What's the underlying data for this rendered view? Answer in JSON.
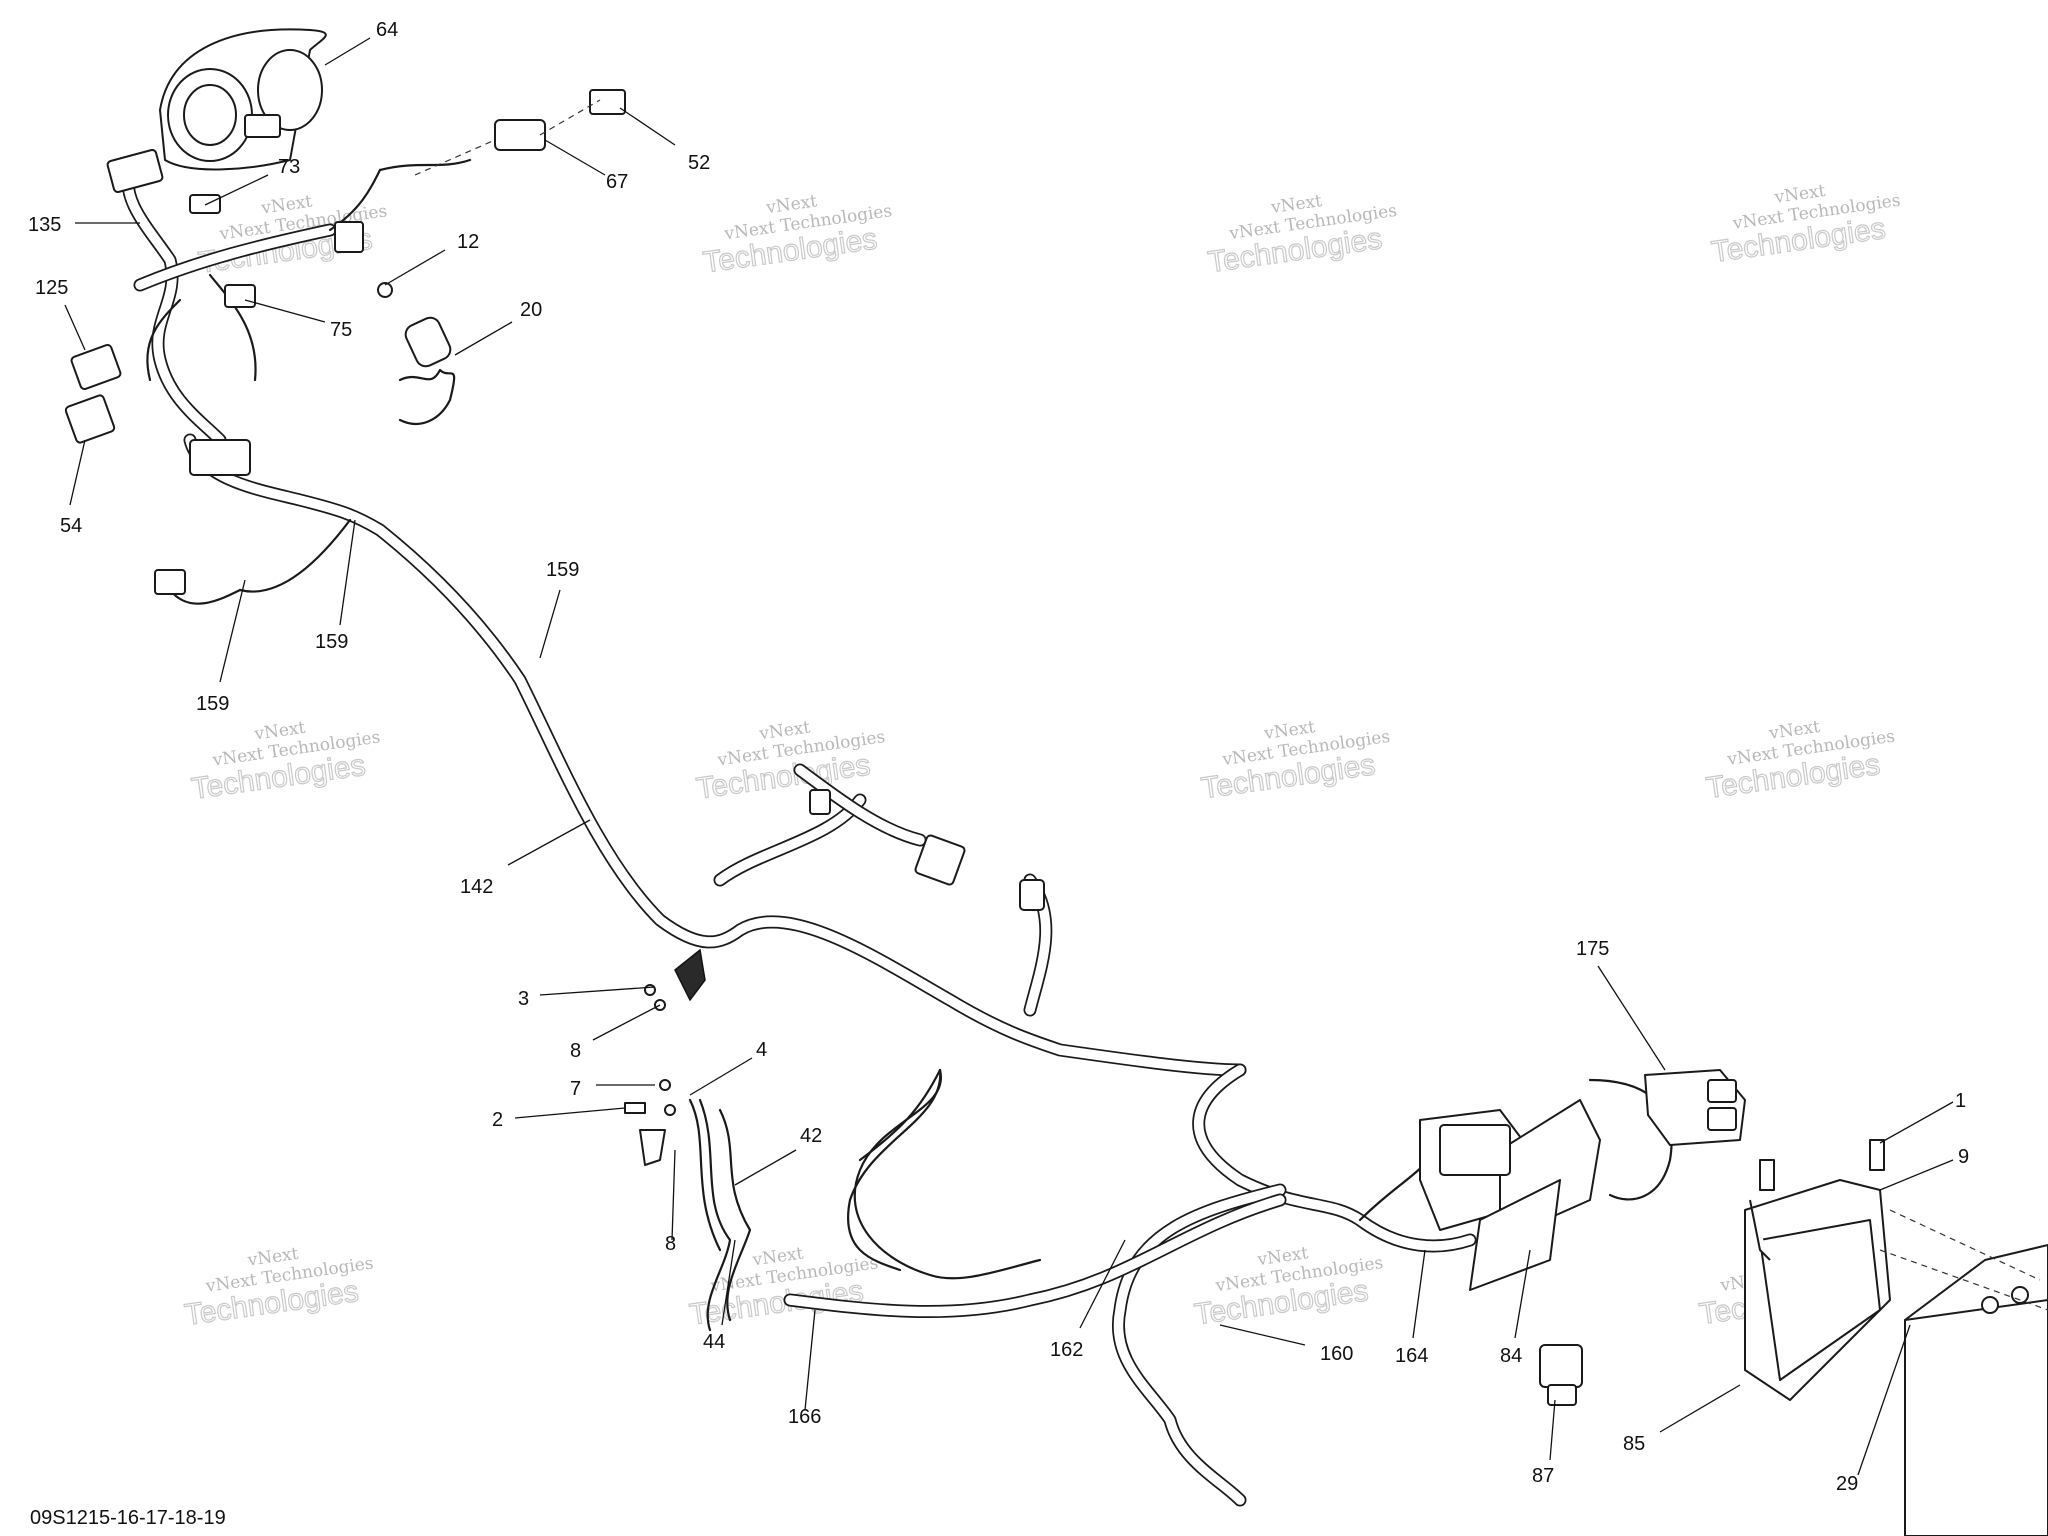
{
  "diagram": {
    "drawing_code": "09S1215-16-17-18-19",
    "watermark": {
      "line1": "vNext",
      "line2": "vNext Technologies",
      "line3": "Technologies"
    },
    "callouts": [
      {
        "id": "c64",
        "label": "64"
      },
      {
        "id": "c73",
        "label": "73"
      },
      {
        "id": "c135",
        "label": "135"
      },
      {
        "id": "c125",
        "label": "125"
      },
      {
        "id": "c54",
        "label": "54"
      },
      {
        "id": "c75",
        "label": "75"
      },
      {
        "id": "c12",
        "label": "12"
      },
      {
        "id": "c20",
        "label": "20"
      },
      {
        "id": "c67",
        "label": "67"
      },
      {
        "id": "c52",
        "label": "52"
      },
      {
        "id": "c159a",
        "label": "159"
      },
      {
        "id": "c159b",
        "label": "159"
      },
      {
        "id": "c159c",
        "label": "159"
      },
      {
        "id": "c142",
        "label": "142"
      },
      {
        "id": "c3",
        "label": "3"
      },
      {
        "id": "c8a",
        "label": "8"
      },
      {
        "id": "c7",
        "label": "7"
      },
      {
        "id": "c2",
        "label": "2"
      },
      {
        "id": "c4",
        "label": "4"
      },
      {
        "id": "c42",
        "label": "42"
      },
      {
        "id": "c8b",
        "label": "8"
      },
      {
        "id": "c44",
        "label": "44"
      },
      {
        "id": "c166",
        "label": "166"
      },
      {
        "id": "c162",
        "label": "162"
      },
      {
        "id": "c160",
        "label": "160"
      },
      {
        "id": "c164",
        "label": "164"
      },
      {
        "id": "c84",
        "label": "84"
      },
      {
        "id": "c175",
        "label": "175"
      },
      {
        "id": "c87",
        "label": "87"
      },
      {
        "id": "c85",
        "label": "85"
      },
      {
        "id": "c29",
        "label": "29"
      },
      {
        "id": "c1",
        "label": "1"
      },
      {
        "id": "c9",
        "label": "9"
      }
    ]
  }
}
